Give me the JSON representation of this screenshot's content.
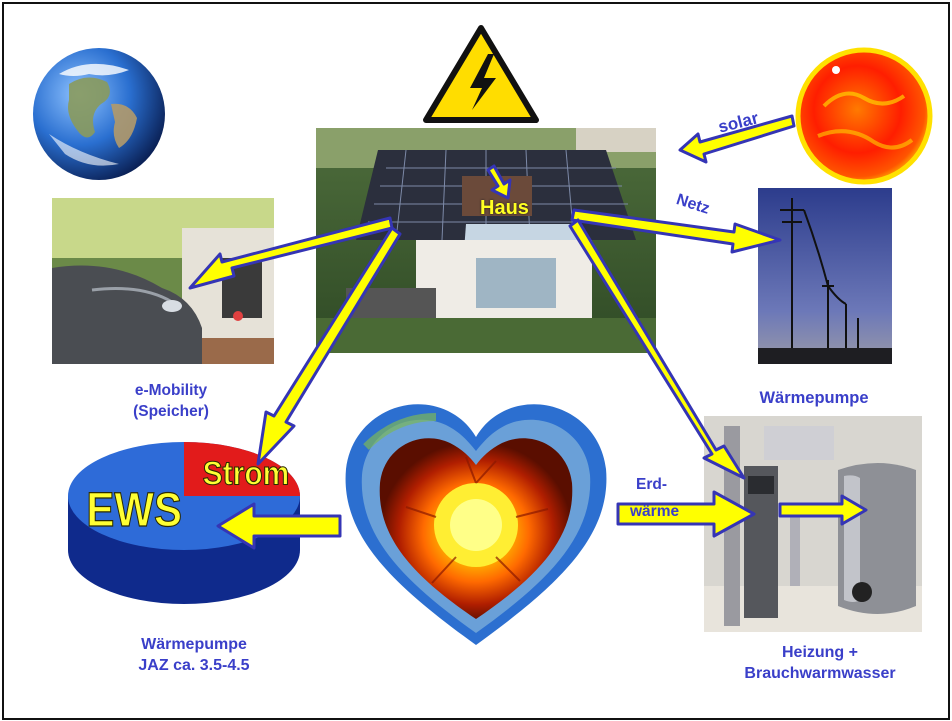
{
  "labels": {
    "haus": "Haus",
    "solar": "solar",
    "netz": "Netz",
    "emobility_line1": "e-Mobility",
    "emobility_line2": "(Speicher)",
    "waermepumpe_top": "Wärmepumpe",
    "erd_line1": "Erd-",
    "erd_line2": "wärme",
    "heizung_line1": "Heizung +",
    "heizung_line2": "Brauchwarmwasser",
    "jaz_line1": "Wärmepumpe",
    "jaz_line2": "JAZ ca. 3.5-4.5",
    "pie_ews": "EWS",
    "pie_strom": "Strom"
  },
  "chart_data": {
    "type": "pie",
    "categories": [
      "EWS",
      "Strom"
    ],
    "values": [
      75,
      25
    ]
  },
  "colors": {
    "label_blue": "#3a3fc9",
    "arrow_yellow": "#ffff00",
    "arrow_outline": "#3535b5",
    "pie_blue": "#2e6bd8",
    "pie_red": "#e21b1b",
    "pie_text": "#ffff33",
    "warning_yellow": "#ffdd00"
  },
  "icons": [
    "earth-icon",
    "high-voltage-warning-icon",
    "sun-icon",
    "earth-core-heart-icon"
  ]
}
